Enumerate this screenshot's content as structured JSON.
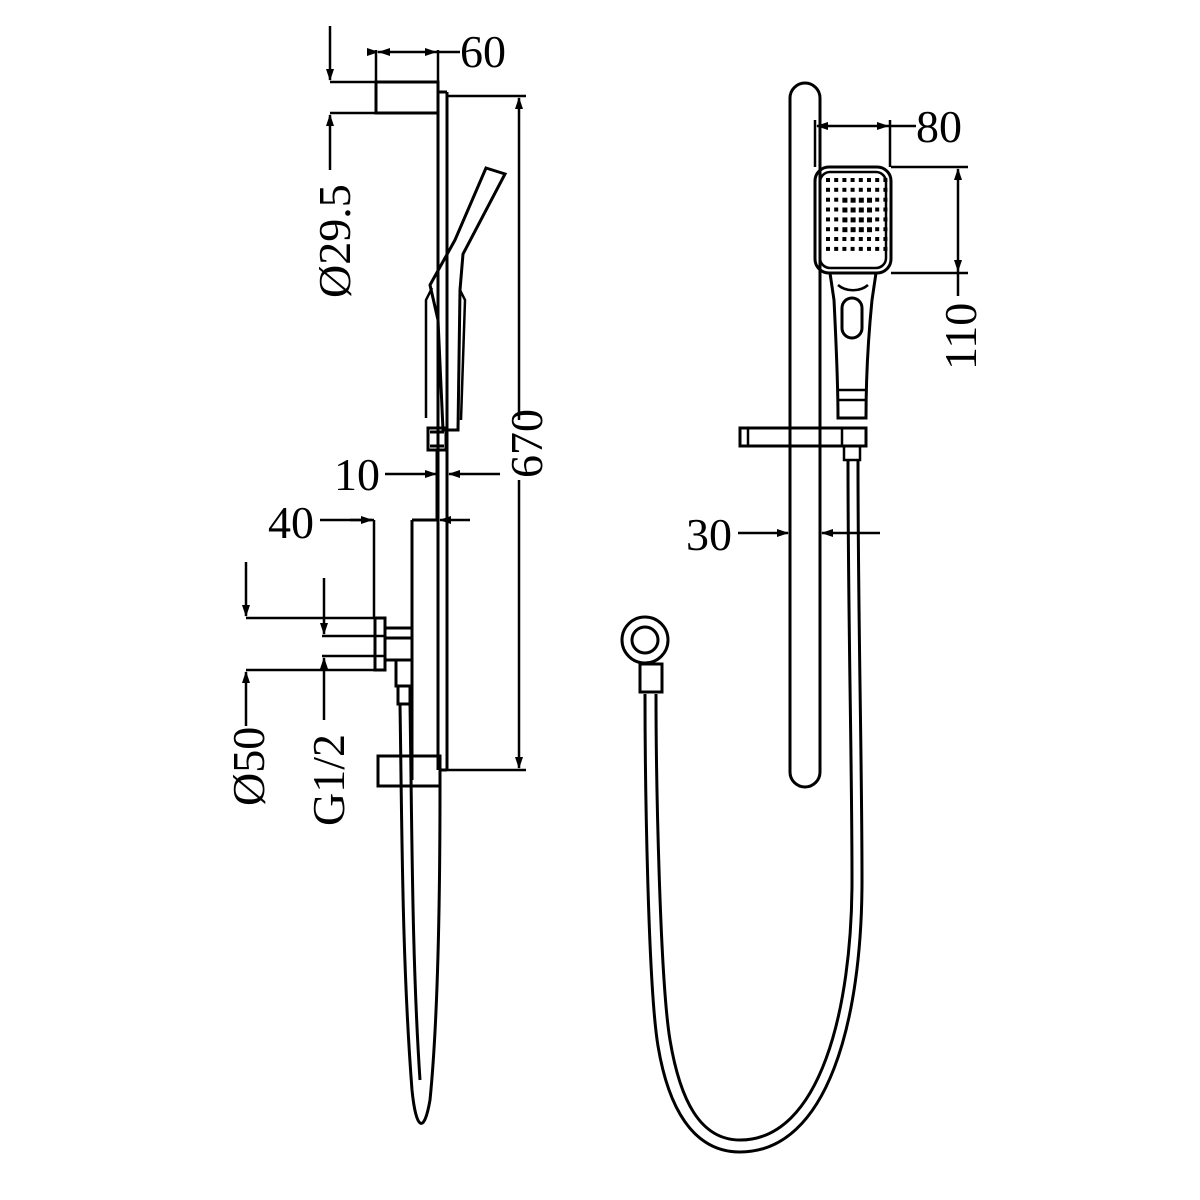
{
  "drawing": {
    "side_view": {
      "dimensions": {
        "rail_top_depth": "60",
        "rail_diameter": "Ø29.5",
        "rail_length": "670",
        "rail_offset": "10",
        "outlet_depth": "40",
        "outlet_diameter": "Ø50",
        "outlet_thread": "G1/2"
      }
    },
    "front_view": {
      "dimensions": {
        "head_width": "80",
        "head_height": "110",
        "rail_width": "30"
      }
    }
  }
}
